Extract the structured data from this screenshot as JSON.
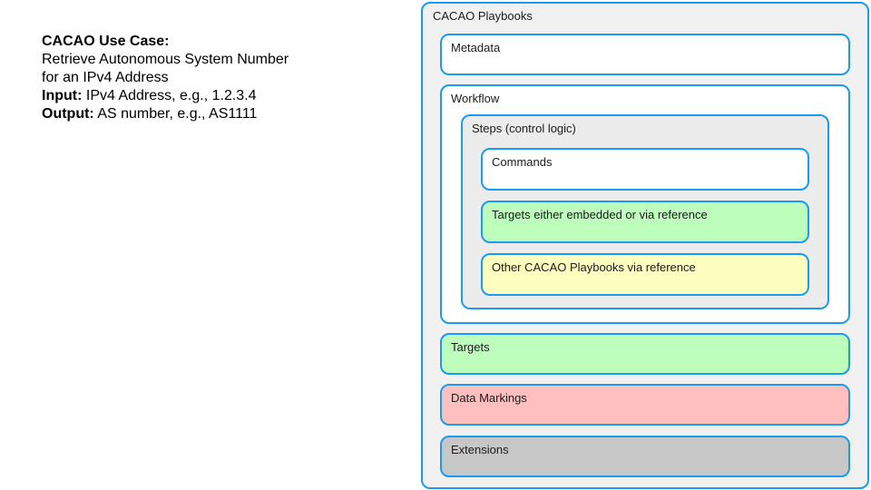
{
  "usecase": {
    "title": "CACAO Use Case:",
    "line1": "Retrieve Autonomous System Number",
    "line2": "for an IPv4 Address",
    "input_label": "Input:",
    "input_value": " IPv4 Address, e.g., 1.2.3.4",
    "output_label": "Output:",
    "output_value": " AS number, e.g., AS1111"
  },
  "diagram": {
    "playbooks": "CACAO Playbooks",
    "metadata": "Metadata",
    "workflow": "Workflow",
    "steps": "Steps (control logic)",
    "commands": "Commands",
    "targets_embedded": "Targets either embedded or via reference",
    "other_playbooks": "Other CACAO Playbooks via reference",
    "targets": "Targets",
    "data_markings": "Data Markings",
    "extensions": "Extensions"
  },
  "colors": {
    "border": "#1a9bf0",
    "container": "#f1f1f1",
    "white": "#ffffff",
    "green": "#bdfebd",
    "yellow": "#fefec0",
    "red": "#ffbfbf",
    "grey": "#c7c7c7"
  }
}
